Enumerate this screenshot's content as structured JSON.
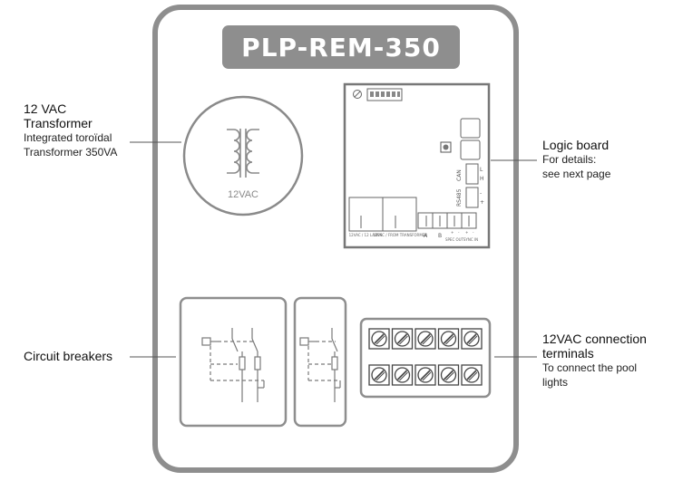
{
  "title": "PLP-REM-350",
  "callouts": {
    "transformer": {
      "heading_line1": "12 VAC",
      "heading_line2": "Transformer",
      "desc_line1": "Integrated toroïdal",
      "desc_line2": "Transformer 350VA"
    },
    "logic_board": {
      "heading": "Logic board",
      "desc_line1": "For details:",
      "desc_line2": "see next page"
    },
    "breakers": {
      "heading": "Circuit breakers"
    },
    "terminals": {
      "heading_line1": "12VAC connection",
      "heading_line2": "terminals",
      "desc_line1": "To connect the pool",
      "desc_line2": "lights"
    }
  },
  "transformer_label": "12VAC",
  "board": {
    "can_label": "CAN",
    "rs485_label": "RS485",
    "can_pins": [
      "L",
      "H"
    ],
    "rs485_pins": [
      "-",
      "+"
    ],
    "left_block_label": "12VAC / 12 LAMPS",
    "right_block_label": "12VAC / FROM TRANSFORMER",
    "ab_labels": [
      "A",
      "B"
    ],
    "spec_out_label": "SPEC OUT",
    "sync_in_label": "SYNC IN",
    "pm_labels": [
      "+",
      "-",
      "+",
      "-"
    ]
  },
  "terminal_rows": 2,
  "terminal_count_per_row": 5,
  "colors": {
    "enclosure_border": "#8e8e8e",
    "title_bg": "#8e8e8e",
    "line": "#6e6e6e",
    "leader": "#555555"
  }
}
